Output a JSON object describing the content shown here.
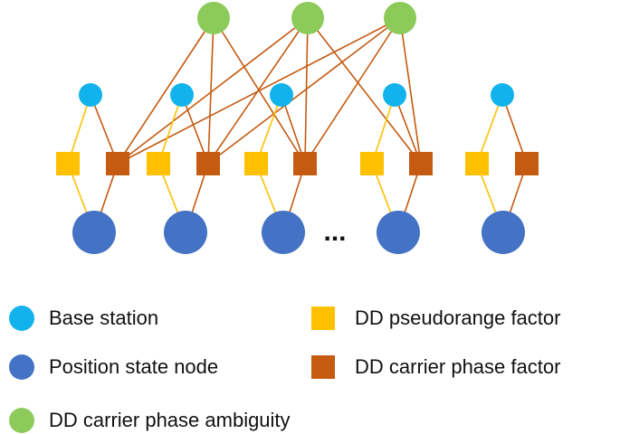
{
  "colors": {
    "base_station": "#12B3EC",
    "position_state": "#4472C4",
    "ambiguity": "#8CCB5A",
    "pseudorange_factor": "#FFC000",
    "carrier_phase_factor": "#C55A11",
    "pseudorange_edge": "#FFC000",
    "carrier_phase_edge": "#C55A11"
  },
  "graph": {
    "ellipsis": "...",
    "ambiguity_count": 3,
    "epoch_count": 5
  },
  "legend": {
    "base_station": "Base station",
    "position_state": "Position state node",
    "ambiguity": "DD carrier phase ambiguity",
    "pseudorange_factor": "DD pseudorange factor",
    "carrier_phase_factor": "DD carrier phase factor"
  }
}
